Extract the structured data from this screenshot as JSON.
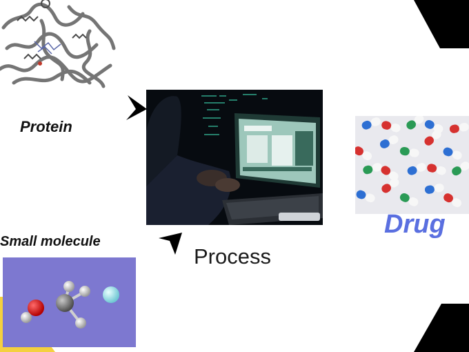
{
  "labels": {
    "protein": "Protein",
    "small_molecule": "Small molecule",
    "drug": "Drug",
    "process": "Process"
  },
  "colors": {
    "drug_text": "#5a6fe0",
    "molecule_bg": "#7d78d0",
    "black_shapes": "#000000",
    "yellow_accent": "#f4d03f"
  },
  "images": {
    "protein": "protein-structure-image",
    "process": "hacker-laptop-image",
    "drug": "pills-capsules-image",
    "small_molecule": "molecule-model-image"
  }
}
